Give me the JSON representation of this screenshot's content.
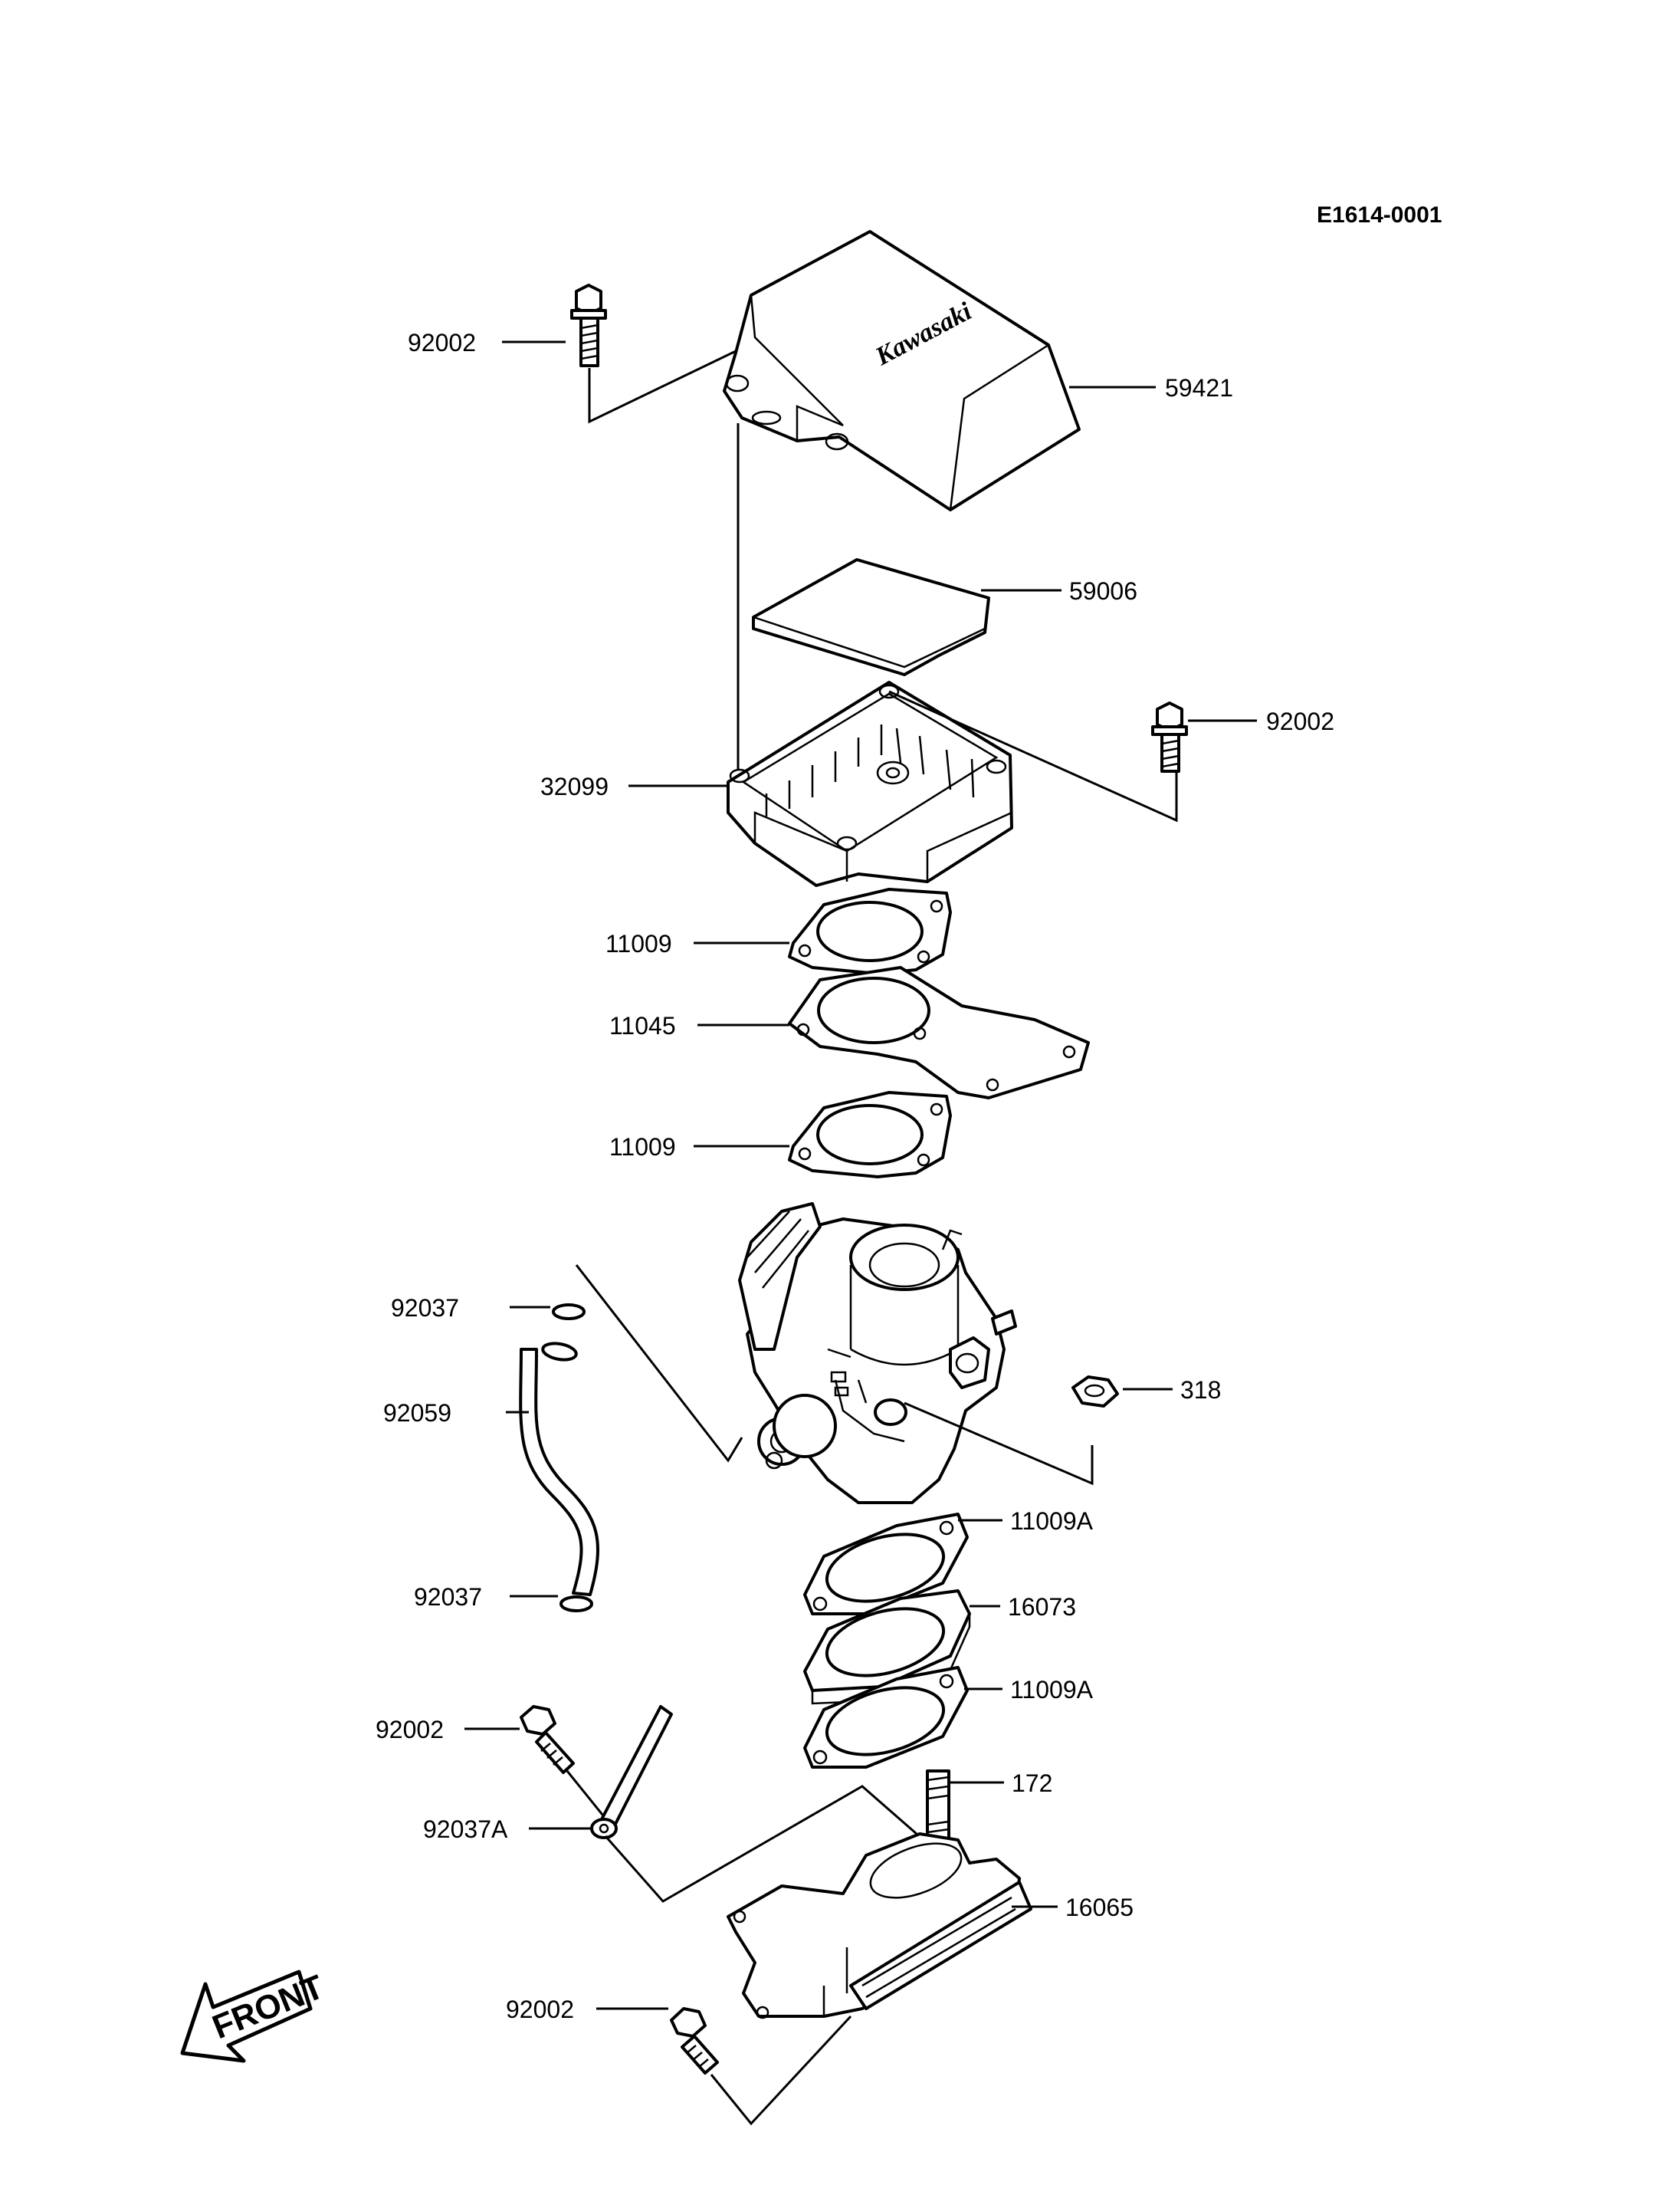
{
  "diagram_ref": "E1614-0001",
  "front_label": "FRONT",
  "cover_logo": "Kawasaki",
  "callouts": {
    "bolt_top_left": "92002",
    "cover": "59421",
    "filter": "59006",
    "bolt_right": "92002",
    "case": "32099",
    "gasket_upper": "11009",
    "plate": "11045",
    "gasket_lower": "11009",
    "clip_upper": "92037",
    "hose": "92059",
    "clip_lower": "92037",
    "nut": "318",
    "gasket_a_upper": "11009A",
    "spacer": "16073",
    "gasket_a_lower": "11009A",
    "bolt_lower_left": "92002",
    "stud": "172",
    "clamp": "92037A",
    "manifold": "16065",
    "bolt_bottom": "92002"
  }
}
